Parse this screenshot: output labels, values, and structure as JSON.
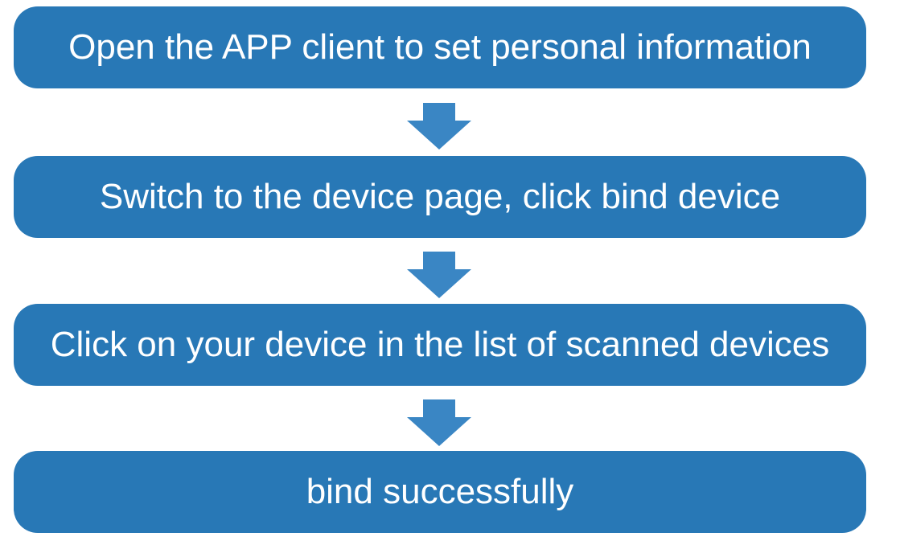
{
  "colors": {
    "box": "#2878b6",
    "arrow": "#3a86c4",
    "text": "#ffffff",
    "background": "#ffffff"
  },
  "steps": [
    {
      "label": "Open the APP client to set personal information"
    },
    {
      "label": "Switch to the device page, click bind device"
    },
    {
      "label": "Click on your device in the list of scanned devices"
    },
    {
      "label": "bind successfully"
    }
  ],
  "arrows": [
    {
      "icon": "arrow-down-icon"
    },
    {
      "icon": "arrow-down-icon"
    },
    {
      "icon": "arrow-down-icon"
    }
  ]
}
